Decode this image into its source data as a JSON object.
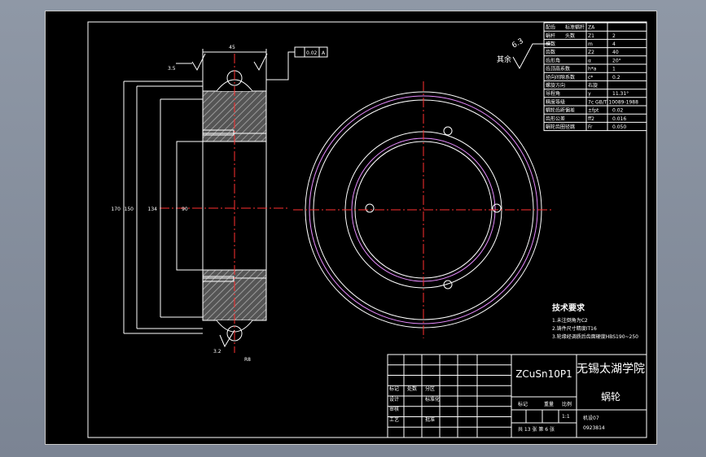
{
  "param_table": {
    "rows": [
      {
        "label": "配齿",
        "sym": "标准蜗杆",
        "val": "ZA",
        "extra": ""
      },
      {
        "label": "蜗杆",
        "sym": "头数",
        "val": "Z1",
        "extra": "2"
      },
      {
        "label": "模数",
        "sym": "",
        "val": "m",
        "extra": "4"
      },
      {
        "label": "齿数",
        "sym": "",
        "val": "Z2",
        "extra": "40"
      },
      {
        "label": "齿形角",
        "sym": "",
        "val": "α",
        "extra": "20°"
      },
      {
        "label": "齿顶高系数",
        "sym": "",
        "val": "h*a",
        "extra": "1"
      },
      {
        "label": "径向间隙系数",
        "sym": "",
        "val": "c*",
        "extra": "0.2"
      },
      {
        "label": "螺旋方向",
        "sym": "",
        "val": "右旋",
        "extra": ""
      },
      {
        "label": "导程角",
        "sym": "",
        "val": "γ",
        "extra": "11.31°"
      },
      {
        "label": "精度等级",
        "sym": "",
        "val": "7c GB/T 10089-1988",
        "extra": ""
      },
      {
        "label": "蜗轮齿距偏差",
        "sym": "",
        "val": "±fpt",
        "extra": "0.02"
      },
      {
        "label": "齿形公差",
        "sym": "",
        "val": "ff2",
        "extra": "0.016"
      },
      {
        "label": "蜗轮齿圈径跳",
        "sym": "",
        "val": "Fr",
        "extra": "0.050"
      }
    ]
  },
  "surface_finish": {
    "rest_label": "其余",
    "value": "6.3"
  },
  "tech_req": {
    "title": "技术要求",
    "items": [
      "1.未注倒角为C2",
      "2.铸件尺寸精度IT16",
      "3.轮缘经调质后齿面硬度HBS190~250"
    ]
  },
  "title_block": {
    "material": "ZCuSn10P1",
    "school": "无锡太湖学院",
    "part_name": "蜗轮",
    "roles": [
      "标记",
      "处数",
      "分区",
      "设计",
      "标准化",
      "审核",
      "工艺",
      "批准"
    ],
    "stage_label": "标记",
    "weight_label": "重量",
    "scale_label": "比例",
    "scale_value": "1:1",
    "sheets": "共 13 张 第 6 张",
    "class": "机设07",
    "student_no": "0923814"
  },
  "dims": {
    "width_top": "45",
    "left_tol": "3.5",
    "tol_a": "0.02",
    "datum": "A",
    "big_d": "170",
    "mid_d": "150",
    "inner_d": "134",
    "bore_d": "90",
    "bottom_tol": "3.2",
    "bottom_right": "R8"
  }
}
